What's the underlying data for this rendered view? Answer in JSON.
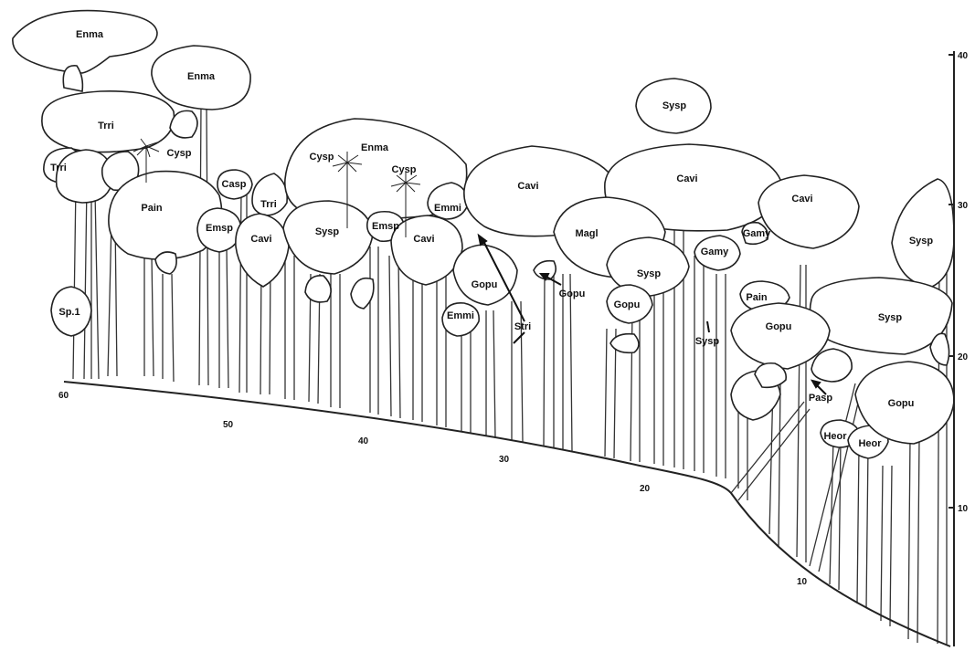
{
  "species_labels": [
    "Enma",
    "Enma",
    "Trri",
    "Trri",
    "Cysp",
    "Pain",
    "Casp",
    "Trri",
    "Emsp",
    "Cavi",
    "Enma",
    "Cysp",
    "Cysp",
    "Sysp",
    "Emsp",
    "Emmi",
    "Cavi",
    "Gopu",
    "Emmi",
    "Stri",
    "Cavi",
    "Sysp",
    "Cavi",
    "Magl",
    "Gopu",
    "Sysp",
    "Gopu",
    "Gamy",
    "Gamy",
    "Cavi",
    "Sysp",
    "Pain",
    "Sp.1",
    "Sysp",
    "Gopu",
    "Sysp",
    "Pasp",
    "Heor",
    "Heor",
    "Gopu"
  ],
  "distance_ticks": [
    "60",
    "50",
    "40",
    "30",
    "20",
    "10"
  ],
  "height_ticks": [
    "40",
    "30",
    "20",
    "10"
  ]
}
